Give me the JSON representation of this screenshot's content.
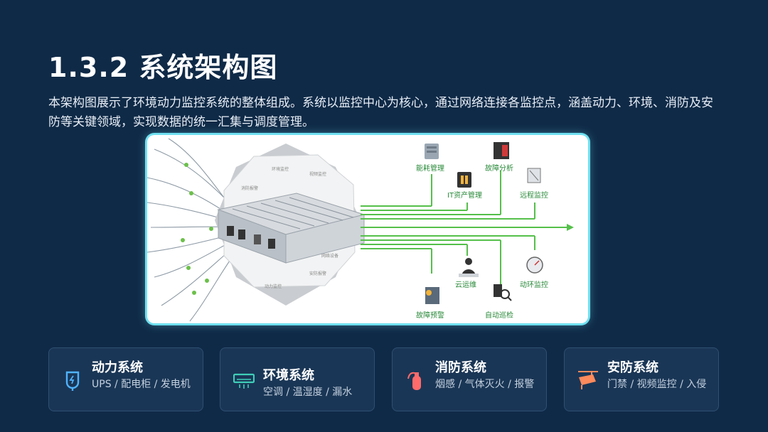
{
  "slide": {
    "title": "1.3.2 系统架构图",
    "description": "本架构图展示了环境动力监控系统的整体组成。系统以监控中心为核心，通过网络连接各监控点，涵盖动力、环境、消防及安防等关键领域，实现数据的统一汇集与调度管理。"
  },
  "diagram": {
    "nodes": [
      {
        "label": "能耗管理",
        "icon": "server-stack-icon"
      },
      {
        "label": "故障分析",
        "icon": "rack-icon"
      },
      {
        "label": "IT资产管理",
        "icon": "battery-icon"
      },
      {
        "label": "远程监控",
        "icon": "remote-icon"
      },
      {
        "label": "动环监控",
        "icon": "gauge-icon"
      },
      {
        "label": "云运维",
        "icon": "person-icon"
      },
      {
        "label": "故障预警",
        "icon": "warning-server-icon"
      },
      {
        "label": "自动巡检",
        "icon": "magnifier-icon"
      }
    ],
    "zones": [
      "环境监控",
      "视频监控",
      "安防报警",
      "动力监控",
      "消防报警",
      "网络设备"
    ],
    "colors": {
      "accent": "#55c04a",
      "frame": "#6fe0f0"
    }
  },
  "cards": [
    {
      "title": "动力系统",
      "subtitle": "UPS / 配电柜 / 发电机",
      "icon": "power-plug-icon",
      "icon_color": "#4fb3ff"
    },
    {
      "title": "环境系统",
      "subtitle": "空调 / 温湿度 / 漏水",
      "icon": "air-conditioner-icon",
      "icon_color": "#3ecfb8"
    },
    {
      "title": "消防系统",
      "subtitle": "烟感 / 气体灭火 / 报警",
      "icon": "fire-extinguisher-icon",
      "icon_color": "#ff6b6b"
    },
    {
      "title": "安防系统",
      "subtitle": "门禁 / 视频监控 / 入侵",
      "icon": "security-camera-icon",
      "icon_color": "#ff8a5c"
    }
  ]
}
